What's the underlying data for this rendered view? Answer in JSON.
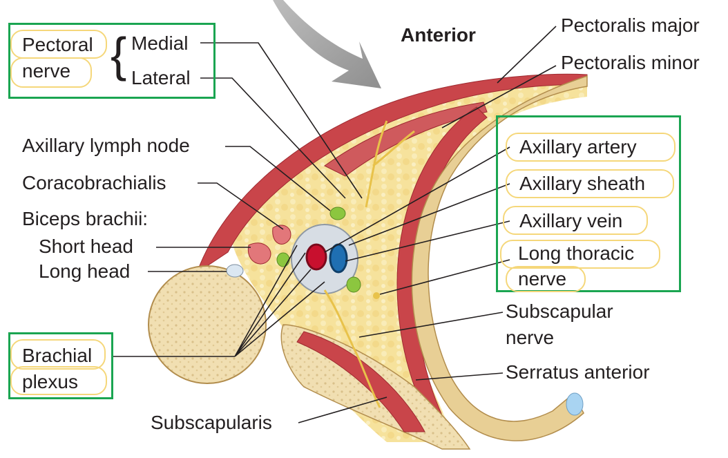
{
  "diagram": {
    "orientation_label": "Anterior",
    "pectoral_group": {
      "title_line1": "Pectoral",
      "title_line2": "nerve",
      "branches": [
        "Medial",
        "Lateral"
      ]
    },
    "left_labels": {
      "axillary_lymph_node": "Axillary lymph node",
      "coracobrachialis": "Coracobrachialis",
      "biceps_brachii": "Biceps brachii:",
      "short_head": "Short head",
      "long_head": "Long head",
      "brachial_line1": "Brachial",
      "brachial_line2": "plexus"
    },
    "right_labels": {
      "pectoralis_major": "Pectoralis major",
      "pectoralis_minor": "Pectoralis minor",
      "axillary_artery": "Axillary artery",
      "axillary_sheath": "Axillary sheath",
      "axillary_vein": "Axillary vein",
      "long_thoracic_line1": "Long thoracic",
      "long_thoracic_line2": "nerve",
      "subscapular_line1": "Subscapular",
      "subscapular_line2": "nerve",
      "serratus_anterior": "Serratus anterior"
    },
    "bottom_labels": {
      "subscapularis": "Subscapularis"
    },
    "colors": {
      "highlight_box": "#1aa551",
      "highlight_ellipse": "#f5d77a",
      "muscle": "#c9454a",
      "fat": "#f6e29c",
      "bone": "#f1dfb2",
      "artery": "#c8102e",
      "vein": "#1f6fb2",
      "node": "#8cc63f",
      "nerve": "#e8c24a"
    }
  }
}
